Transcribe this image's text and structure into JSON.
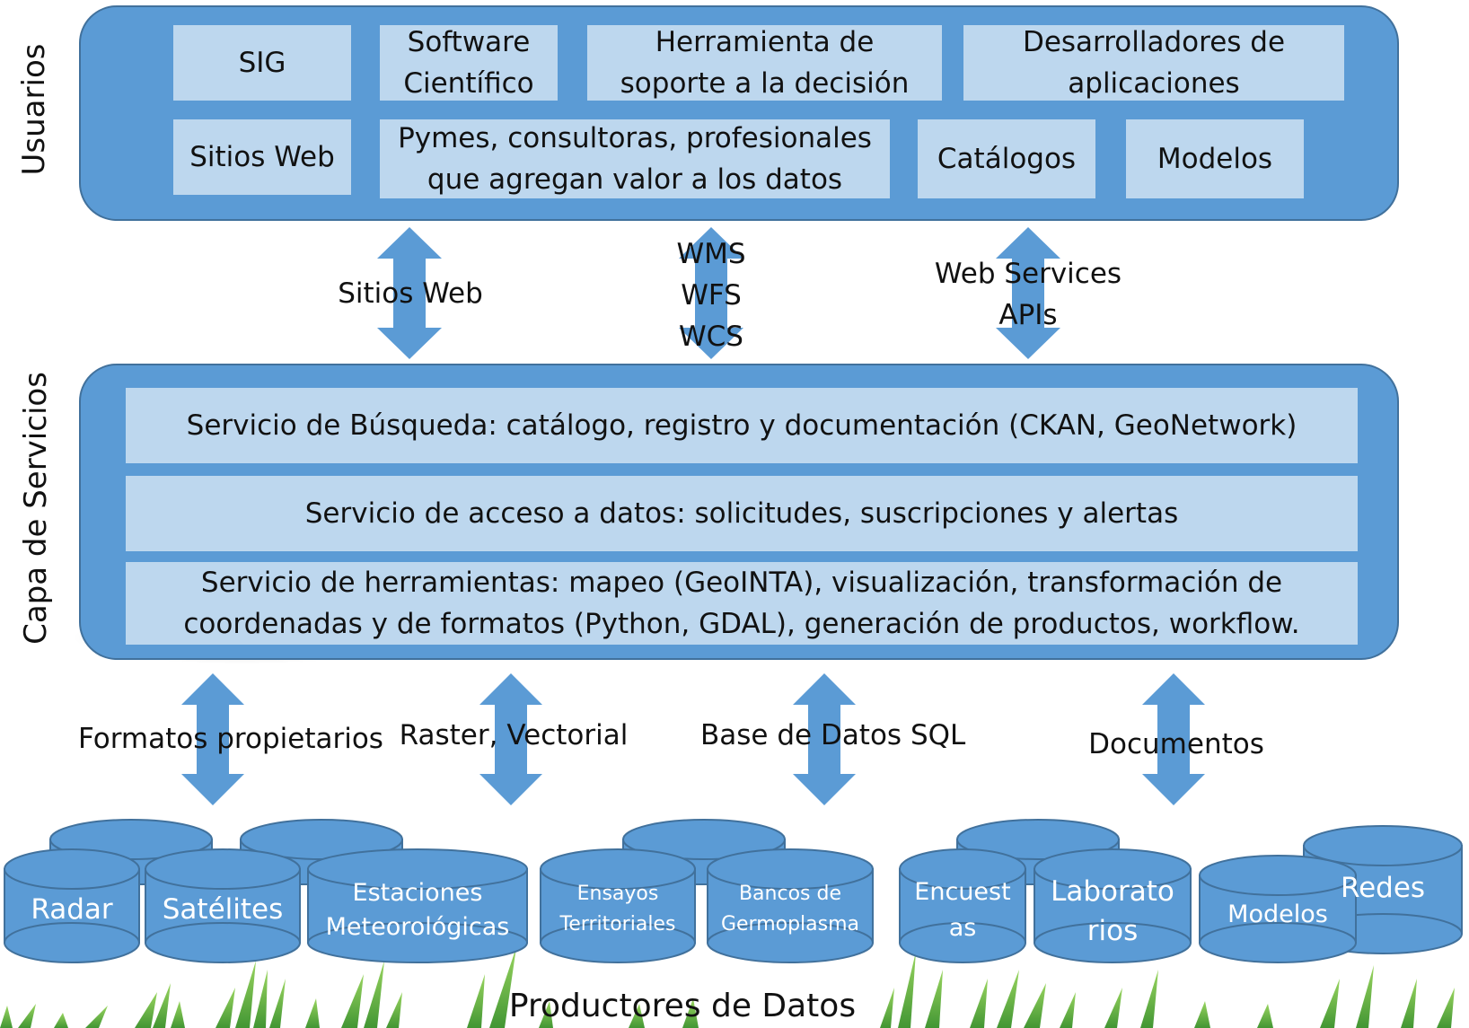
{
  "side_labels": {
    "usuarios": "Usuarios",
    "capa_servicios": "Capa de Servicios"
  },
  "users": {
    "sig": "SIG",
    "software_cientifico": "Software\nCientífico",
    "herramienta_decision": "Herramienta de\nsoporte a la decisión",
    "desarrolladores": "Desarrolladores de\naplicaciones",
    "sitios_web": "Sitios Web",
    "pymes": "Pymes, consultoras, profesionales\nque agregan valor a los datos",
    "catalogos": "Catálogos",
    "modelos": "Modelos"
  },
  "upper_links": {
    "sitios_web": "Sitios Web",
    "wms": "WMS",
    "wfs": "WFS",
    "wcs": "WCS",
    "web_services": "Web Services",
    "apis": "APIs"
  },
  "services": {
    "busqueda": "Servicio de Búsqueda: catálogo, registro y documentación (CKAN, GeoNetwork)",
    "acceso": "Servicio de acceso a datos: solicitudes, suscripciones y alertas",
    "herramientas": "Servicio de herramientas: mapeo (GeoINTA), visualización, transformación de\ncoordenadas y de formatos (Python, GDAL), generación de productos, workflow."
  },
  "lower_links": {
    "formatos": "Formatos propietarios",
    "raster": "Raster, Vectorial",
    "base_datos": "Base de Datos SQL",
    "documentos": "Documentos"
  },
  "producers": {
    "radar": "Radar",
    "satelites": "Satélites",
    "estaciones": "Estaciones\nMeteorológicas",
    "ensayos": "Ensayos\nTerritoriales",
    "bancos": "Bancos de\nGermoplasma",
    "encuestas": "Encuest\nas",
    "laboratorios": "Laborato\nrios",
    "modelos": "Modelos",
    "redes": "Redes"
  },
  "footer": {
    "productores": "Productores de Datos"
  },
  "colors": {
    "panel": "#5b9bd5",
    "panel_border": "#41719c",
    "box": "#bdd7ee",
    "grass": "#4caf2a"
  }
}
